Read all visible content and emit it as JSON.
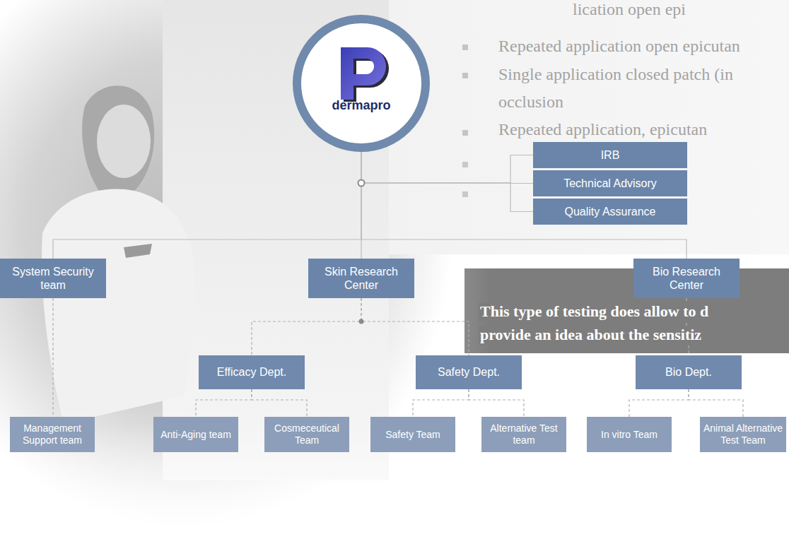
{
  "diagram": {
    "nodes": [
      {
        "text": [
          "dermapro"
        ]
      },
      {
        "text": [
          "IRB"
        ]
      },
      {
        "text": [
          "Technical Advisory"
        ]
      },
      {
        "text": [
          "Quality Assurance"
        ]
      },
      {
        "text": [
          "System Security team"
        ]
      },
      {
        "text": [
          "Skin Research Center"
        ]
      },
      {
        "text": [
          "Bio Research Center"
        ]
      },
      {
        "text": [
          "Efficacy Dept."
        ]
      },
      {
        "text": [
          "Safety Dept."
        ]
      },
      {
        "text": [
          "Bio Dept."
        ]
      },
      {
        "text": [
          "Management Support team"
        ]
      },
      {
        "text": [
          "Anti-Aging team"
        ]
      },
      {
        "text": [
          "Cosmeceutical Team"
        ]
      },
      {
        "text": [
          "Safety Team"
        ]
      },
      {
        "text": [
          "Alternative Test team"
        ]
      },
      {
        "text": [
          "In vitro Team"
        ]
      },
      {
        "text": [
          "Animal Alternative Test Team"
        ]
      }
    ],
    "edges": [
      {
        "from": 0,
        "to": 1,
        "arrow": "none"
      },
      {
        "from": 0,
        "to": 2,
        "arrow": "none"
      },
      {
        "from": 0,
        "to": 3,
        "arrow": "none"
      },
      {
        "from": 0,
        "to": 4,
        "arrow": "none"
      },
      {
        "from": 0,
        "to": 5,
        "arrow": "none"
      },
      {
        "from": 0,
        "to": 6,
        "arrow": "none"
      },
      {
        "from": 4,
        "to": 10,
        "arrow": "none"
      },
      {
        "from": 5,
        "to": 7,
        "arrow": "none"
      },
      {
        "from": 5,
        "to": 8,
        "arrow": "none"
      },
      {
        "from": 6,
        "to": 9,
        "arrow": "none"
      },
      {
        "from": 7,
        "to": 11,
        "arrow": "none"
      },
      {
        "from": 7,
        "to": 12,
        "arrow": "none"
      },
      {
        "from": 8,
        "to": 13,
        "arrow": "none"
      },
      {
        "from": 8,
        "to": 14,
        "arrow": "none"
      },
      {
        "from": 9,
        "to": 15,
        "arrow": "none"
      },
      {
        "from": 9,
        "to": 16,
        "arrow": "none"
      }
    ],
    "labels": [
      "lication open epi",
      "Repeated application open epicutan",
      "Single application closed patch (in",
      "occlusion",
      "Repeated application, epicutan",
      "This type of testing does allow to d",
      "provide an idea about the sensitiz"
    ]
  }
}
